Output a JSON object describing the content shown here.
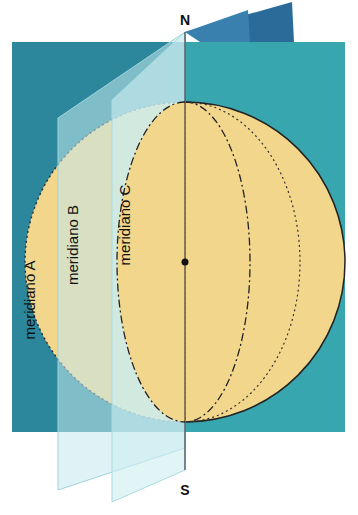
{
  "diagram": {
    "labels": [
      "N",
      "S",
      "meridiano A",
      "meridiano B",
      "meridiano C"
    ]
  }
}
